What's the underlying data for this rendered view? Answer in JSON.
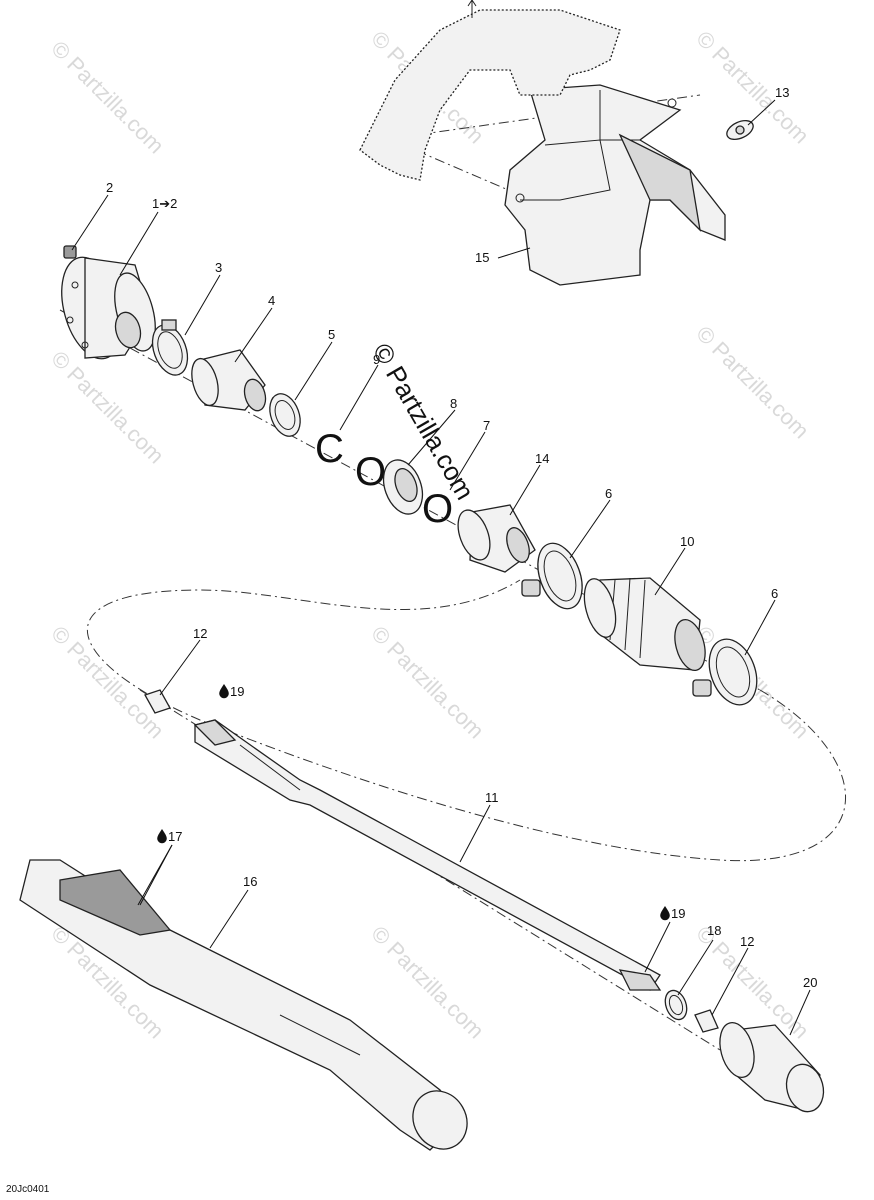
{
  "diagram_code": "20Jc0401",
  "watermark": "© Partzilla.com",
  "center_watermark": "© Partzilla.com",
  "callouts": {
    "c1": "1➔2",
    "c2": "2",
    "c3": "3",
    "c4": "4",
    "c5": "5",
    "c6a": "6",
    "c6b": "6",
    "c7": "7",
    "c8": "8",
    "c9": "9",
    "c10": "10",
    "c11": "11",
    "c12a": "12",
    "c12b": "12",
    "c13": "13",
    "c14": "14",
    "c15": "15",
    "c16": "16",
    "c17": "17",
    "c18": "18",
    "c19a": "19",
    "c19b": "19",
    "c20": "20"
  },
  "lube_icon": "drop-icon"
}
